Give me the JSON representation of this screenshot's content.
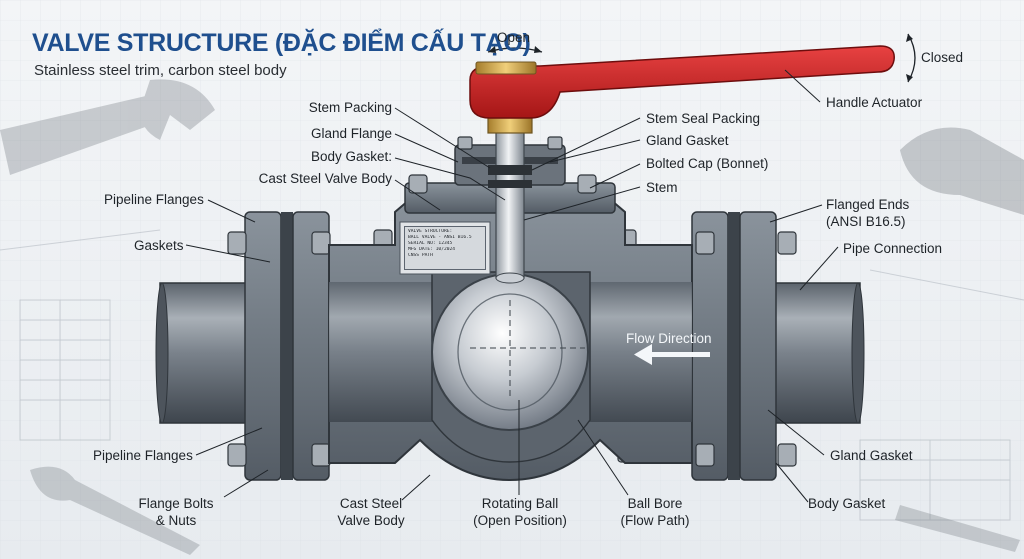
{
  "title": "VALVE STRUCTURE (ĐẶC ĐIỂM CẤU TẠO)",
  "subtitle": "Stainless steel trim, carbon steel body",
  "handle_states": {
    "open": "Open",
    "closed": "Closed"
  },
  "labels": {
    "stem_packing": "Stem Packing",
    "gland_flange": "Gland Flange",
    "body_gasket_top": "Body Gasket:",
    "cast_steel_valve_body_top": "Cast Steel Valve Body",
    "pipeline_flanges_top": "Pipeline Flanges",
    "gaskets": "Gaskets",
    "pipeline_flanges_bottom": "Pipeline Flanges",
    "flange_bolts_nuts_line1": "Flange Bolts",
    "flange_bolts_nuts_line2": "& Nuts",
    "cast_steel_valve_body_bottom_line1": "Cast Steel",
    "cast_steel_valve_body_bottom_line2": "Valve Body",
    "rotating_ball_line1": "Rotating Ball",
    "rotating_ball_line2": "(Open Position)",
    "ball_bore_line1": "Ball Bore",
    "ball_bore_line2": "(Flow Path)",
    "handle_actuator": "Handle Actuator",
    "stem_seal_packing": "Stem Seal Packing",
    "gland_gasket_top": "Gland Gasket",
    "bolted_cap": "Bolted Cap (Bonnet)",
    "stem": "Stem",
    "flanged_ends_line1": "Flanged Ends",
    "flanged_ends_line2": "(ANSI B16.5)",
    "pipe_connection": "Pipe Connection",
    "gland_gasket_bottom": "Gland Gasket",
    "body_gasket_bottom": "Body Gasket",
    "flow_direction": "Flow Direction"
  },
  "nameplate": {
    "lines": [
      "VALVE STRUCTURE:",
      "BALL VALVE - ANSI B16.5",
      "SERIAL NO: 12345",
      "MFG DATE: 10/2024",
      "CNSS PATH"
    ]
  },
  "colors": {
    "title": "#1f4f8e",
    "handle": "#cc2222",
    "body": "#737c86",
    "body_dark": "#4e565f",
    "ball": "#c9ced4",
    "brass": "#c9a24a"
  },
  "icons": {
    "arrow": "double-headed-curved-arrow-icon",
    "flow": "left-arrow-icon"
  }
}
